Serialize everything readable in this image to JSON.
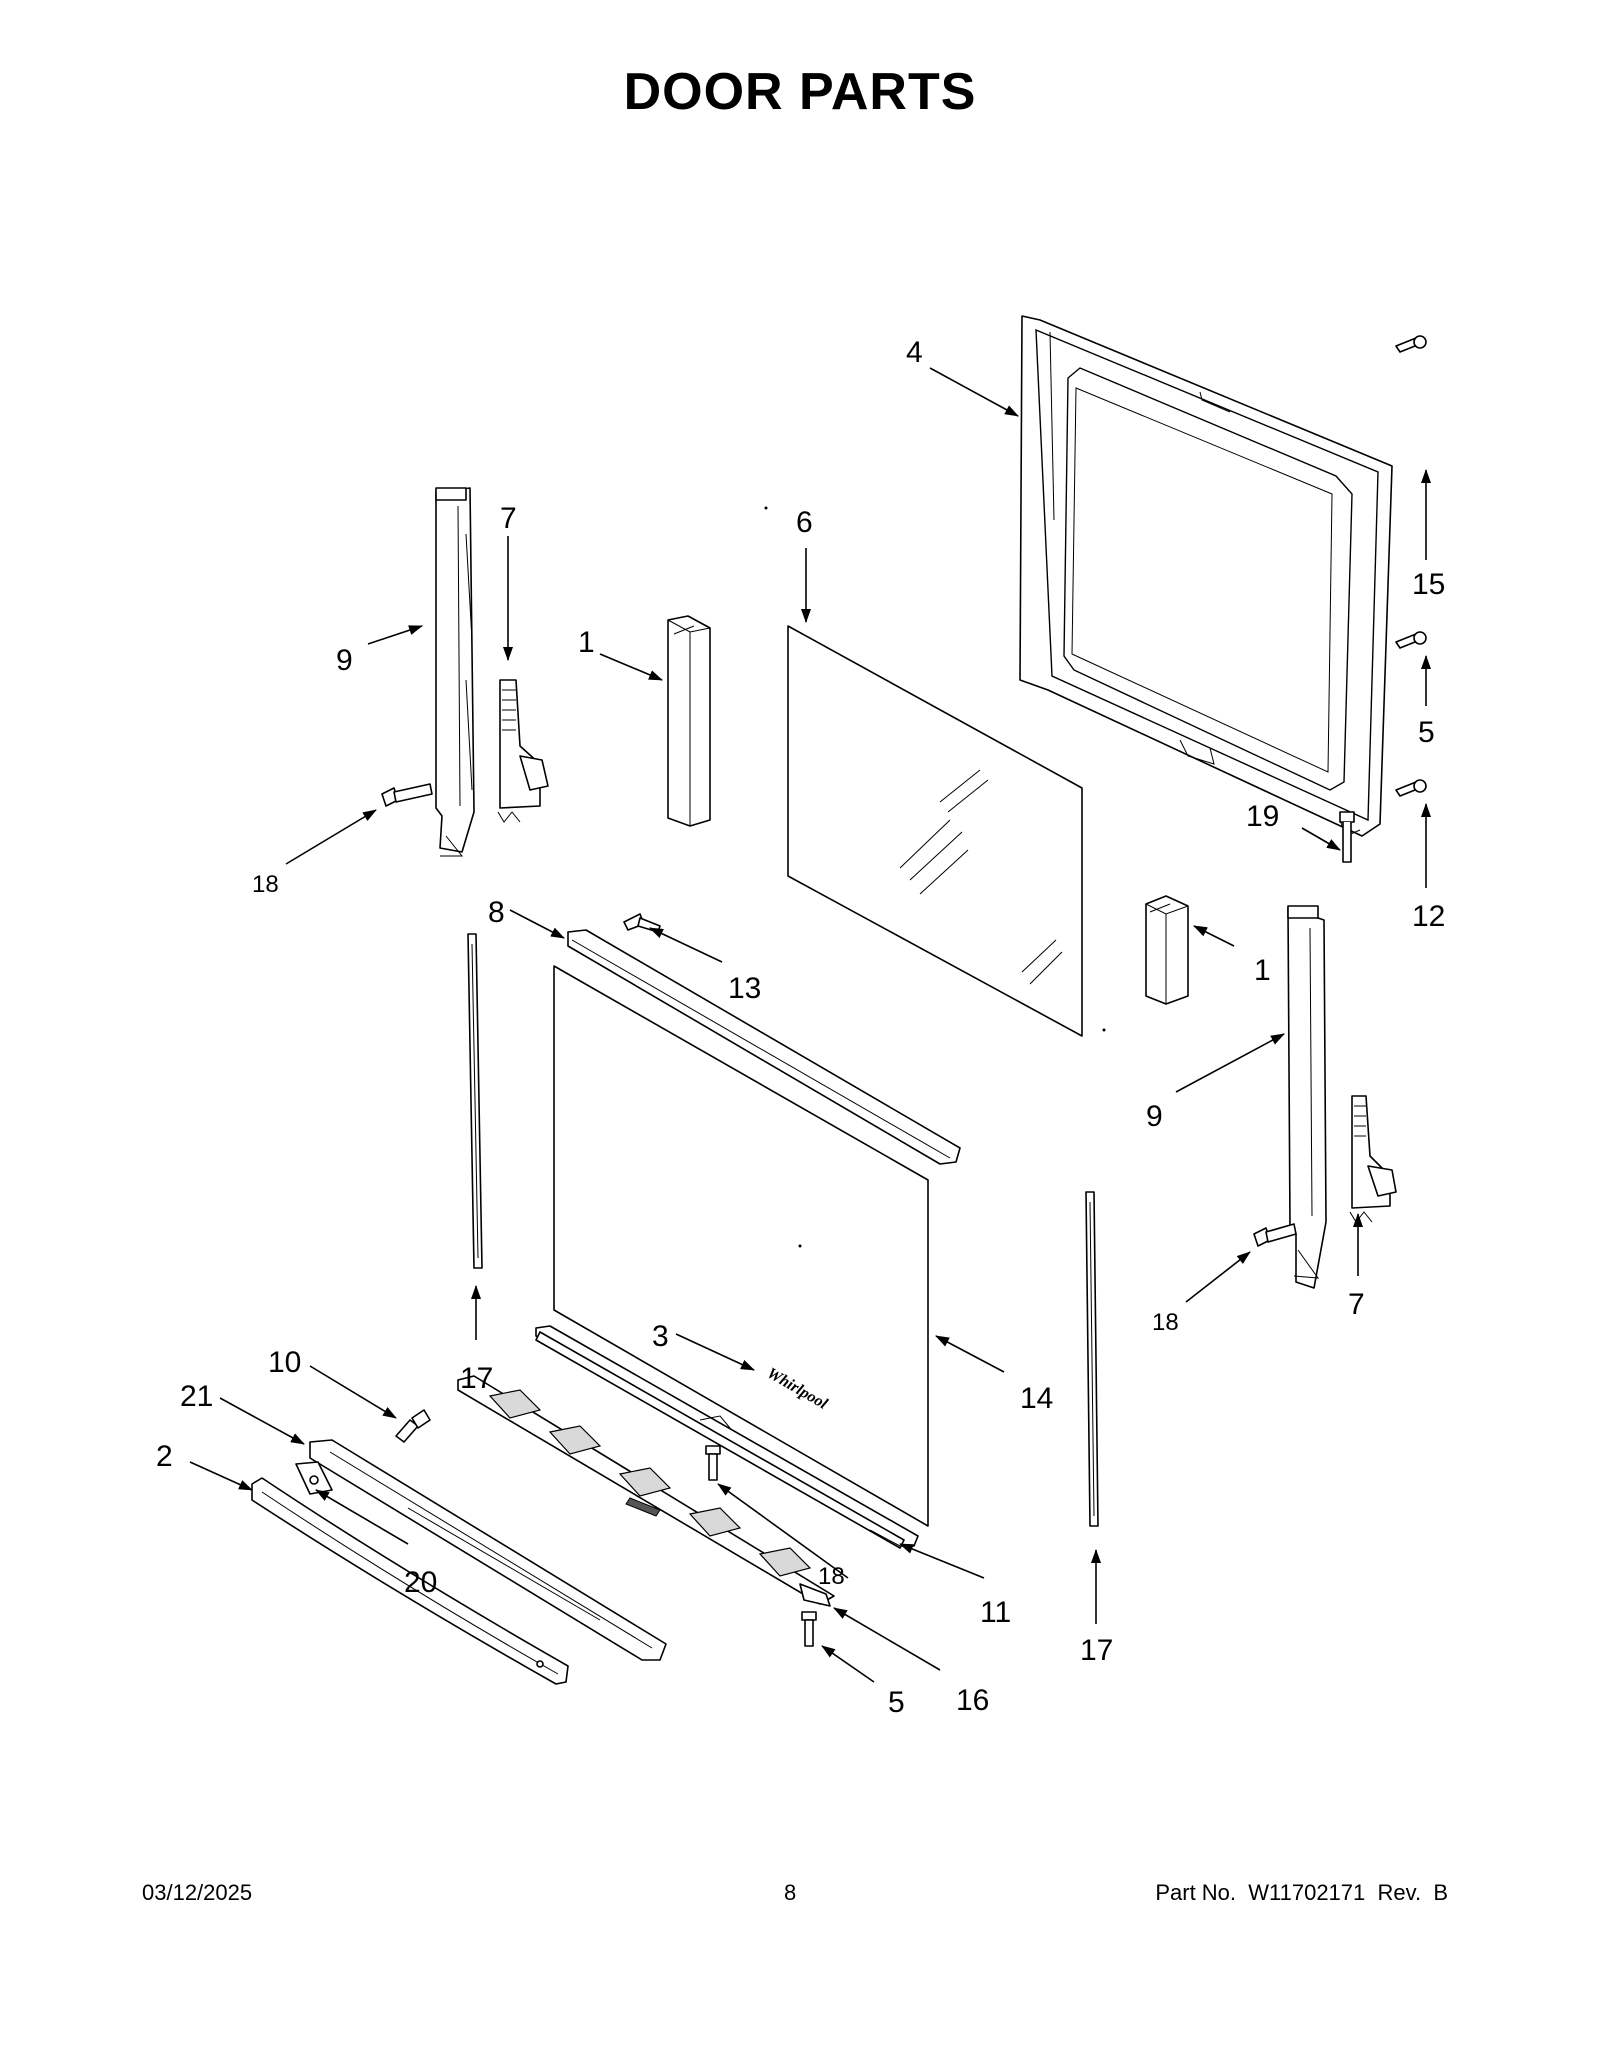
{
  "title": "DOOR PARTS",
  "footer": {
    "date": "03/12/2025",
    "page": "8",
    "part_number": "Part No.  W11702171  Rev.  B"
  },
  "callouts": {
    "c1a": "1",
    "c1b": "1",
    "c2": "2",
    "c3": "3",
    "c4": "4",
    "c5a": "5",
    "c5b": "5",
    "c6": "6",
    "c7a": "7",
    "c7b": "7",
    "c8": "8",
    "c9a": "9",
    "c9b": "9",
    "c10": "10",
    "c11": "11",
    "c12": "12",
    "c13": "13",
    "c14": "14",
    "c15": "15",
    "c16": "16",
    "c17a": "17",
    "c17b": "17",
    "c18a": "18",
    "c18b": "18",
    "c18c": "18",
    "c19": "19",
    "c20": "20",
    "c21": "21"
  },
  "logo_text": "Whirlpool"
}
